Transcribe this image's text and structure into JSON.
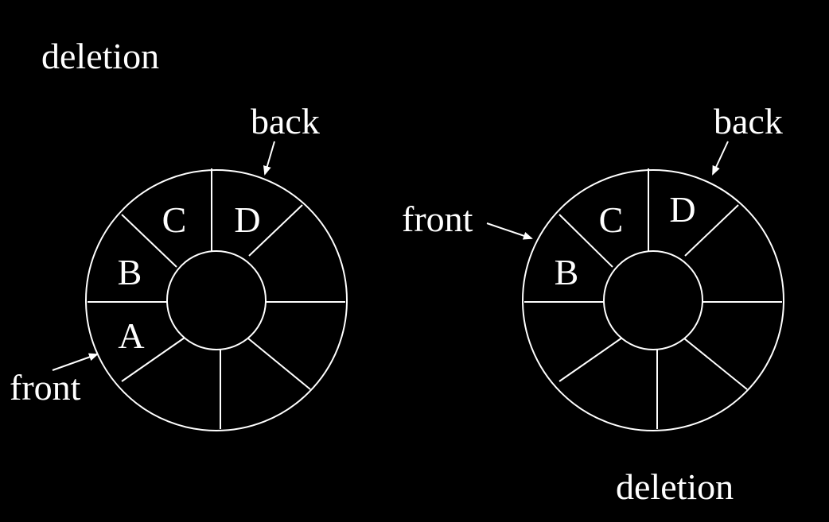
{
  "diagram": {
    "left": {
      "caption": "deletion",
      "back_label": "back",
      "front_label": "front",
      "cells": [
        "C",
        "D",
        "B",
        "A"
      ]
    },
    "right": {
      "caption": "deletion",
      "back_label": "back",
      "front_label": "front",
      "cells": [
        "C",
        "D",
        "B"
      ]
    }
  },
  "colors": {
    "background": "#000000",
    "foreground": "#ffffff"
  }
}
